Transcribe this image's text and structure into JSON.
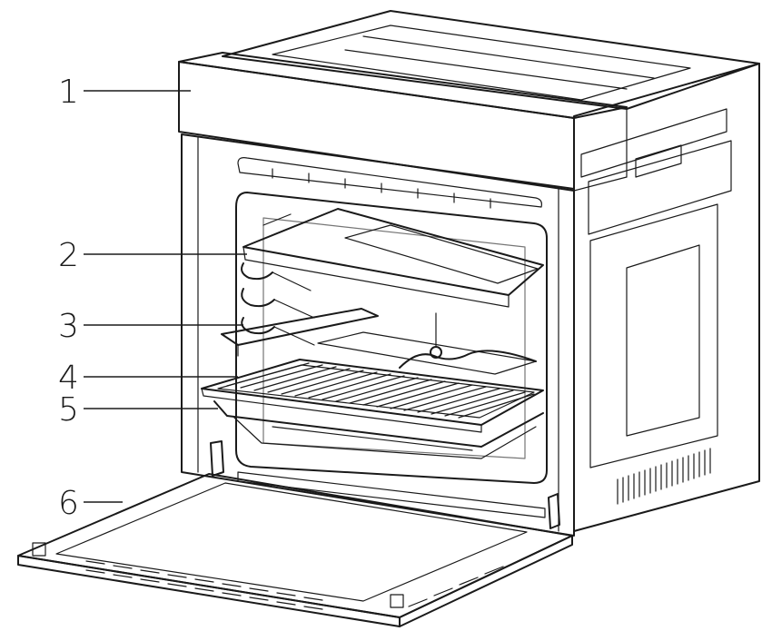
{
  "diagram": {
    "callouts": [
      {
        "label": "1",
        "part": "control-panel"
      },
      {
        "label": "2",
        "part": "baking-tray"
      },
      {
        "label": "3",
        "part": "side-rack-rails"
      },
      {
        "label": "4",
        "part": "wire-grill-shelf"
      },
      {
        "label": "5",
        "part": "deep-pan"
      },
      {
        "label": "6",
        "part": "oven-door"
      }
    ]
  }
}
